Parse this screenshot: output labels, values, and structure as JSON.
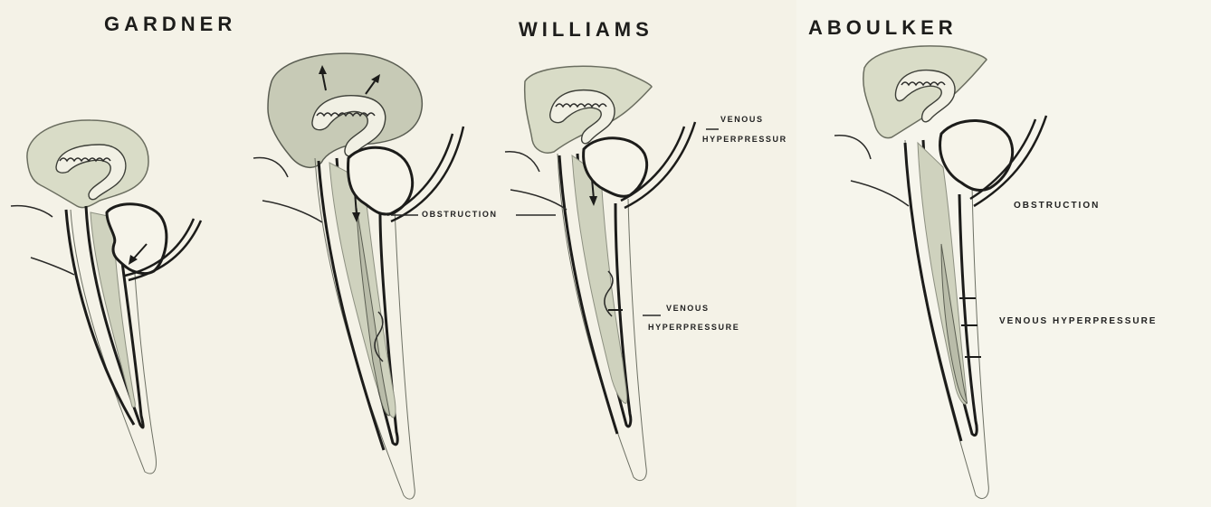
{
  "titles": {
    "gardner": "GARDNER",
    "williams": "WILLIAMS",
    "aboulker": "ABOULKER"
  },
  "labels": {
    "obstruction_williams": "OBSTRUCTION",
    "venous_top_line1": "VENOUS",
    "venous_top_line2": "HYPERPRESSUR",
    "venous_mid_line1": "VENOUS",
    "venous_mid_line2": "HYPERPRESSURE",
    "obstruction_aboulker": "OBSTRUCTION",
    "venous_aboulker": "VENOUS HYPERPRESSURE"
  }
}
